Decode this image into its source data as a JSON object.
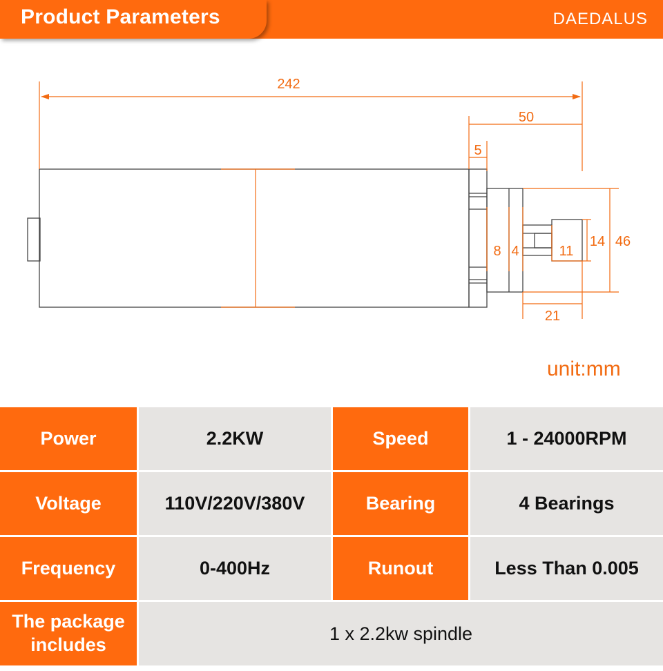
{
  "header": {
    "title": "Product Parameters",
    "brand": "DAEDALUS"
  },
  "colors": {
    "accent": "#ff6a0e",
    "dimension": "#f26b12",
    "outline": "#444444",
    "table_value_bg": "#e6e4e2"
  },
  "drawing": {
    "dimensions": {
      "overall_length": "242",
      "front_length": "50",
      "flange": "5",
      "nut_diameter": "46",
      "collet_diameter": "14",
      "tip_length": "11",
      "shaft_length": "21",
      "step_a": "8",
      "step_b": "4"
    },
    "unit_label": "unit:mm"
  },
  "specs": {
    "rows": [
      {
        "label1": "Power",
        "value1": "2.2KW",
        "label2": "Speed",
        "value2": "1 - 24000RPM"
      },
      {
        "label1": "Voltage",
        "value1": "110V/220V/380V",
        "label2": "Bearing",
        "value2": "4 Bearings"
      },
      {
        "label1": "Frequency",
        "value1": "0-400Hz",
        "label2": "Runout",
        "value2": "Less Than 0.005"
      }
    ],
    "package": {
      "label_line1": "The package",
      "label_line2": "includes",
      "value": "1 x 2.2kw spindle"
    }
  }
}
